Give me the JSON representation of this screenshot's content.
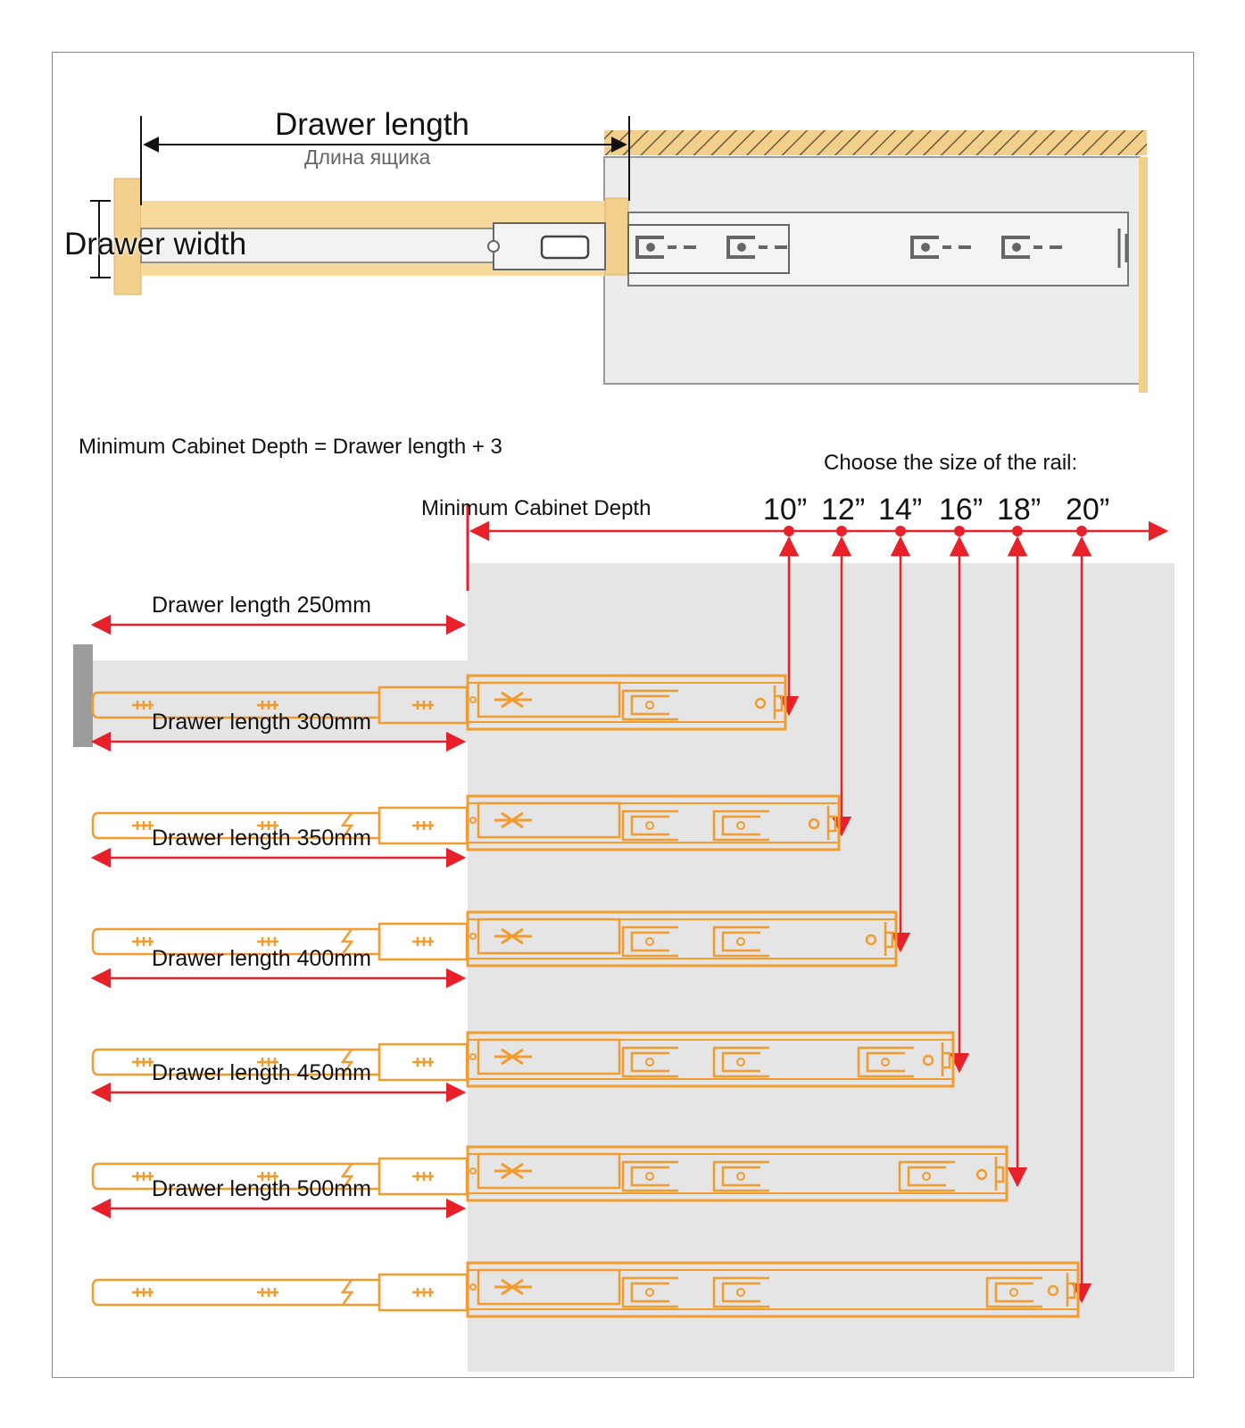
{
  "top": {
    "drawer_length": "Drawer length",
    "drawer_length_ru": "Длина ящика",
    "drawer_width": "Drawer width"
  },
  "formula": "Minimum Cabinet Depth = Drawer length + 3",
  "choose_label": "Choose the size of the rail:",
  "min_depth_label": "Minimum Cabinet Depth",
  "rail_sizes": [
    "10”",
    "12”",
    "14”",
    "16”",
    "18”",
    "20”"
  ],
  "rows": [
    {
      "label": "Drawer length 250mm"
    },
    {
      "label": "Drawer length 300mm"
    },
    {
      "label": "Drawer length 350mm"
    },
    {
      "label": "Drawer length 400mm"
    },
    {
      "label": "Drawer length 450mm"
    },
    {
      "label": "Drawer length 500mm"
    }
  ],
  "colors": {
    "orange": "#f29b2e",
    "red": "#e8202a",
    "wood": "#f3cf8c",
    "cabinet_gray": "#e5e5e5"
  }
}
